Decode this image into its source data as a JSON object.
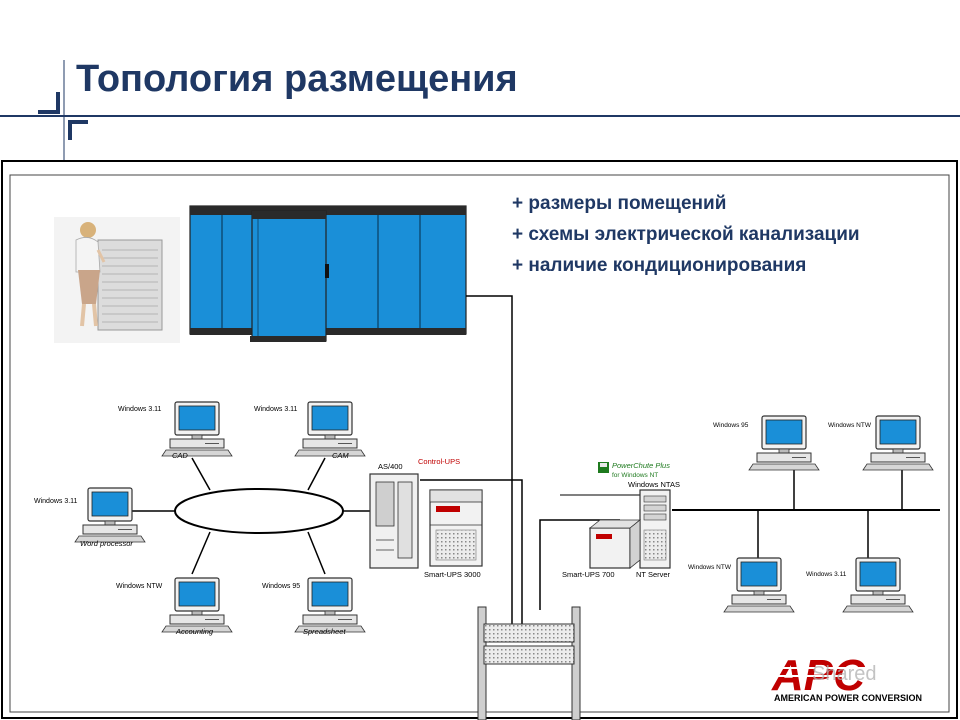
{
  "slide": {
    "title": "Топология размещения",
    "notes": [
      "+ размеры помещений",
      "+ схемы электрической канализации",
      "+ наличие кондиционирования"
    ]
  },
  "left_network": {
    "workstations": [
      {
        "os": "Windows 3.11",
        "role": "CAD"
      },
      {
        "os": "Windows 3.11",
        "role": "CAM"
      },
      {
        "os": "Windows 3.11",
        "role": "Word processor"
      },
      {
        "os": "Windows NTW",
        "role": "Accounting"
      },
      {
        "os": "Windows 95",
        "role": "Spreadsheet"
      }
    ],
    "mainframe": "AS/400",
    "ups_control": "Control-UPS",
    "ups": "Smart-UPS 3000"
  },
  "right_network": {
    "software": "PowerChute Plus",
    "software_sub": "for Windows NT",
    "server_os": "Windows NTAS",
    "server": "NT Server",
    "ups": "Smart-UPS 700",
    "workstations": [
      {
        "os": "Windows 95"
      },
      {
        "os": "Windows NTW"
      },
      {
        "os": "Windows NTW"
      },
      {
        "os": "Windows 3.11"
      }
    ]
  },
  "logo": {
    "brand": "APC",
    "tagline": "AMERICAN POWER CONVERSION",
    "watermark": "Shared"
  },
  "colors": {
    "title": "#1f3864",
    "cabinet": "#1a8fd8",
    "screen": "#1a8fd8",
    "logo": "#c00000"
  }
}
